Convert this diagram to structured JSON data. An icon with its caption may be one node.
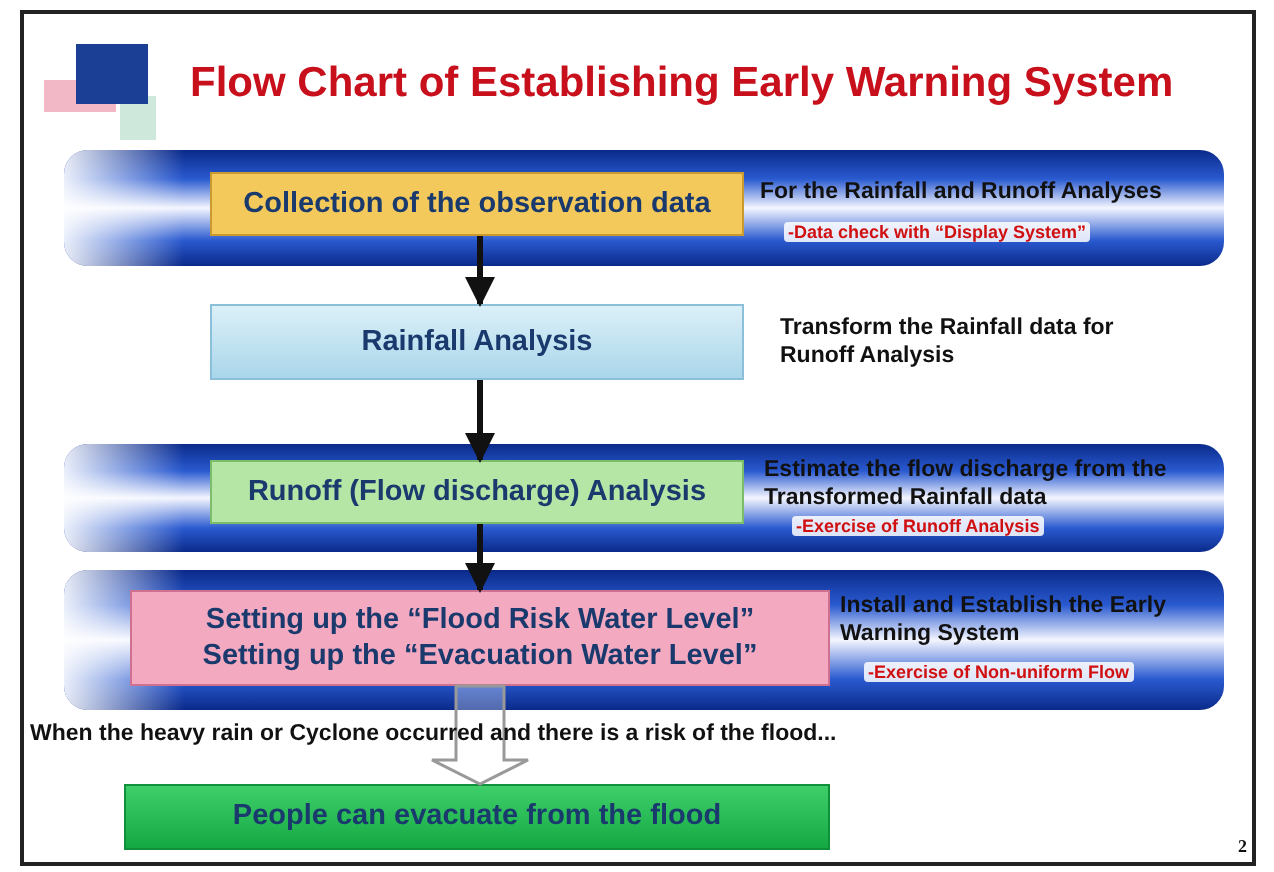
{
  "diagram": {
    "title": "Flow Chart of Establishing Early Warning System",
    "nodes": [
      {
        "text": [
          "For the Rainfall and Runoff Analyses",
          "-Data check with “Display System”"
        ]
      },
      {
        "text": [
          "Collection of the observation data"
        ],
        "in": 0
      },
      {
        "text": [
          "Rainfall Analysis"
        ],
        "beside": [
          "Transform the Rainfall data for Runoff Analysis"
        ]
      },
      {
        "text": [
          "Estimate the flow discharge from the Transformed Rainfall data",
          "-Exercise of Runoff Analysis"
        ]
      },
      {
        "text": [
          "Runoff (Flow discharge) Analysis"
        ],
        "in": 3
      },
      {
        "text": [
          "Install and Establish the Early Warning System",
          "-Exercise of Non-uniform Flow"
        ]
      },
      {
        "text": [
          "Setting up the “Flood Risk Water Level”",
          "Setting up the “Evacuation Water Level”"
        ],
        "in": 5
      },
      {
        "text": [
          "People can evacuate from the flood"
        ]
      }
    ],
    "edges": [
      {
        "from": 1,
        "to": 2,
        "arrow": "to"
      },
      {
        "from": 2,
        "to": 4,
        "arrow": "to"
      },
      {
        "from": 4,
        "to": 6,
        "arrow": "to"
      },
      {
        "from": 6,
        "to": 7,
        "arrow": "to",
        "style": "thick"
      }
    ],
    "labels": [
      "When the heavy rain or Cyclone occurred and there is a risk of the flood...",
      "2"
    ]
  }
}
